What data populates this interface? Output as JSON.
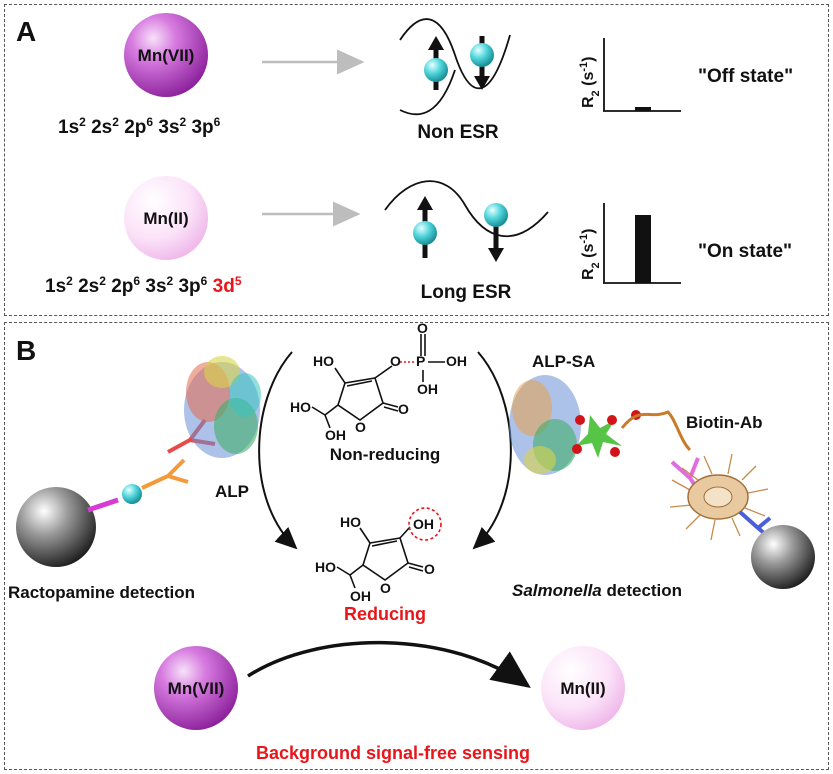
{
  "panel_a": {
    "letter": "A",
    "ion_top": "Mn(VII)",
    "ion_bottom": "Mn(II)",
    "config_top": [
      {
        "base": "1s",
        "sup": "2"
      },
      {
        "base": "2s",
        "sup": "2"
      },
      {
        "base": "2p",
        "sup": "6"
      },
      {
        "base": "3s",
        "sup": "2"
      },
      {
        "base": "3p",
        "sup": "6"
      }
    ],
    "config_bottom": [
      {
        "base": "1s",
        "sup": "2"
      },
      {
        "base": "2s",
        "sup": "2"
      },
      {
        "base": "2p",
        "sup": "6"
      },
      {
        "base": "3s",
        "sup": "2"
      },
      {
        "base": "3p",
        "sup": "6"
      }
    ],
    "config_bottom_extra": {
      "base": "3d",
      "sup": "5"
    },
    "esr_top": "Non ESR",
    "esr_bottom": "Long ESR",
    "axis_label": {
      "main": "R",
      "sub": "2",
      "unit": " (s",
      "exp": "-1",
      "close": ")"
    },
    "state_top": "\"Off state\"",
    "state_bottom": "\"On state\"",
    "bar_values": {
      "off": 0.05,
      "on": 0.85
    }
  },
  "panel_b": {
    "letter": "B",
    "left_label": "Ractopamine detection",
    "alp_label": "ALP",
    "right_label_italic": "Salmonella",
    "right_label_rest": " detection",
    "alp_sa_label": "ALP-SA",
    "biotin_label": "Biotin-Ab",
    "non_reducing": "Non-reducing",
    "reducing": "Reducing",
    "mol_top": {
      "ho": "HO",
      "o1": "O",
      "p": "P",
      "oh1": "OH",
      "o2": "O",
      "oh2": "OH",
      "ho2": "HO",
      "oh3": "OH",
      "o3": "O",
      "o4": "O"
    },
    "mol_bottom": {
      "ho": "HO",
      "oh": "OH",
      "ho2": "HO",
      "oh2": "OH",
      "o1": "O",
      "o2": "O"
    },
    "ion_left": "Mn(VII)",
    "ion_right": "Mn(II)",
    "footer": "Background signal-free sensing"
  },
  "colors": {
    "mn7": "#b03bbf",
    "mn2": "#f4c6ef",
    "red": "#e8161b",
    "cyan": "#35c9cf",
    "arrow_grey": "#bdbdbd"
  }
}
